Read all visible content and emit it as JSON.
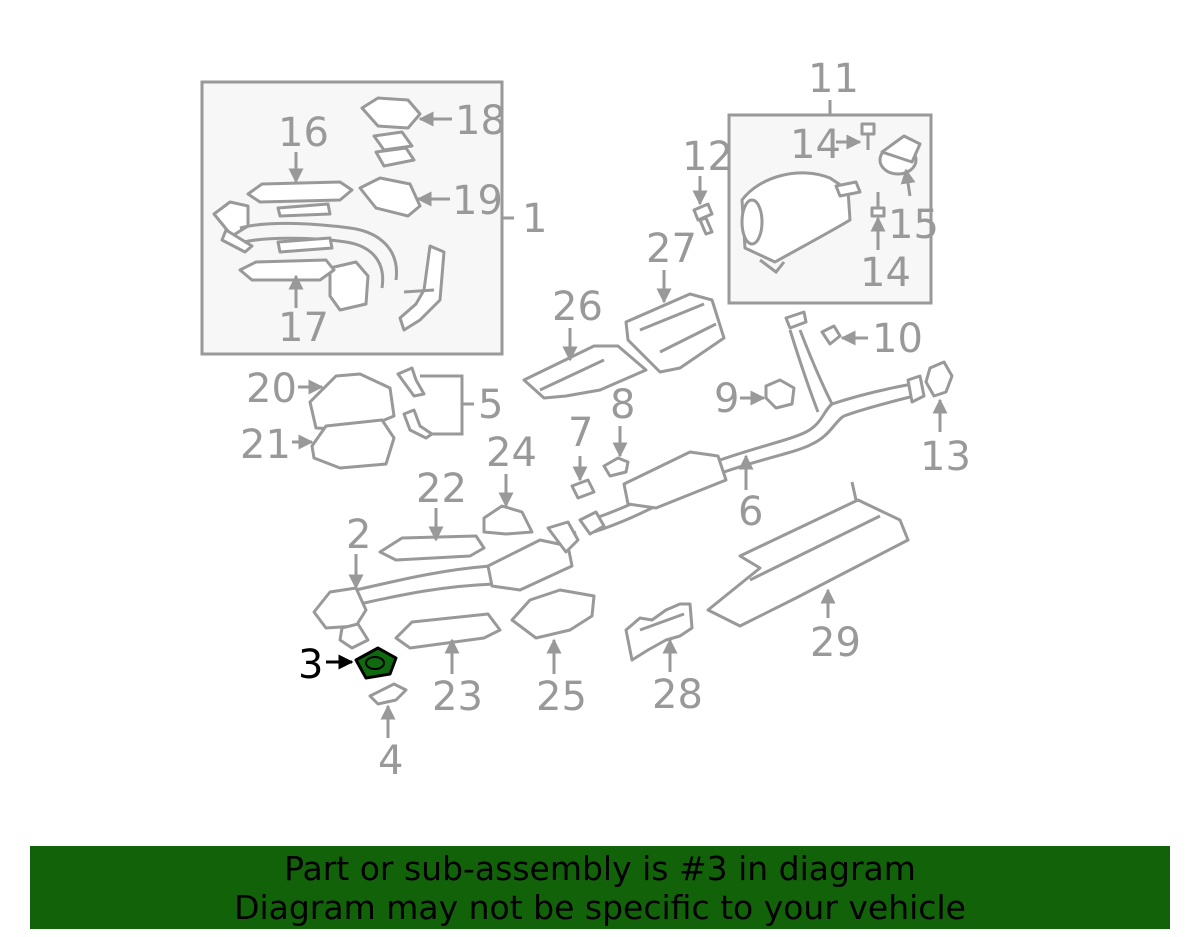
{
  "callouts": {
    "c1": "1",
    "c2": "2",
    "c3": "3",
    "c4": "4",
    "c5": "5",
    "c6": "6",
    "c7": "7",
    "c8": "8",
    "c9": "9",
    "c10": "10",
    "c11": "11",
    "c12": "12",
    "c13": "13",
    "c14a": "14",
    "c14b": "14",
    "c15": "15",
    "c16": "16",
    "c17": "17",
    "c18": "18",
    "c19": "19",
    "c20": "20",
    "c21": "21",
    "c22": "22",
    "c23": "23",
    "c24": "24",
    "c25": "25",
    "c26": "26",
    "c27": "27",
    "c28": "28",
    "c29": "29"
  },
  "highlighted_part": "3",
  "colors": {
    "lineart": "#999999",
    "highlight": "#0f6a0f",
    "banner": "#116209",
    "text": "#000000"
  },
  "banner": {
    "line1": "Part or sub-assembly is #3 in diagram",
    "line2": "Diagram may not be specific to your vehicle"
  }
}
